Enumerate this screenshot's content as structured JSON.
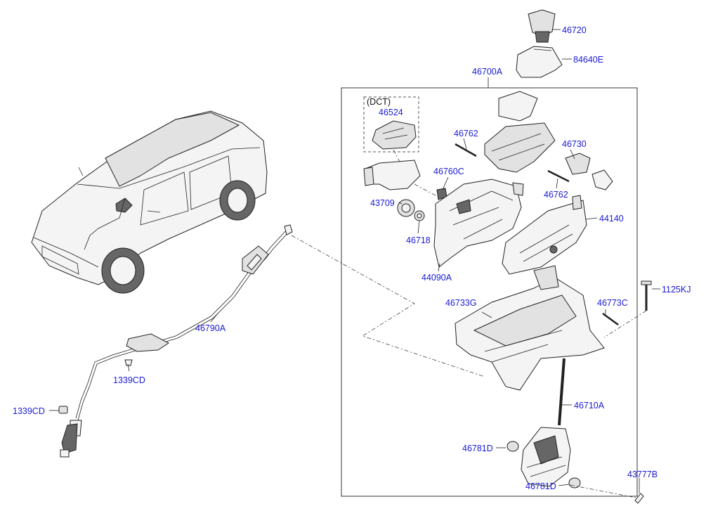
{
  "diagram": {
    "group_label": "(DCT)",
    "parts": {
      "p46720": "46720",
      "p84640E": "84640E",
      "p46700A": "46700A",
      "p46524": "46524",
      "p46762a": "46762",
      "p46730": "46730",
      "p46760C": "46760C",
      "p46762b": "46762",
      "p43709": "43709",
      "p44140": "44140",
      "p46718": "46718",
      "p44090A": "44090A",
      "p1125KJ": "1125KJ",
      "p46733G": "46733G",
      "p46773C": "46773C",
      "p46790A": "46790A",
      "p1339CDa": "1339CD",
      "p1339CDb": "1339CD",
      "p46710A": "46710A",
      "p46781Da": "46781D",
      "p46781Db": "46781D",
      "p43777B": "43777B"
    }
  }
}
